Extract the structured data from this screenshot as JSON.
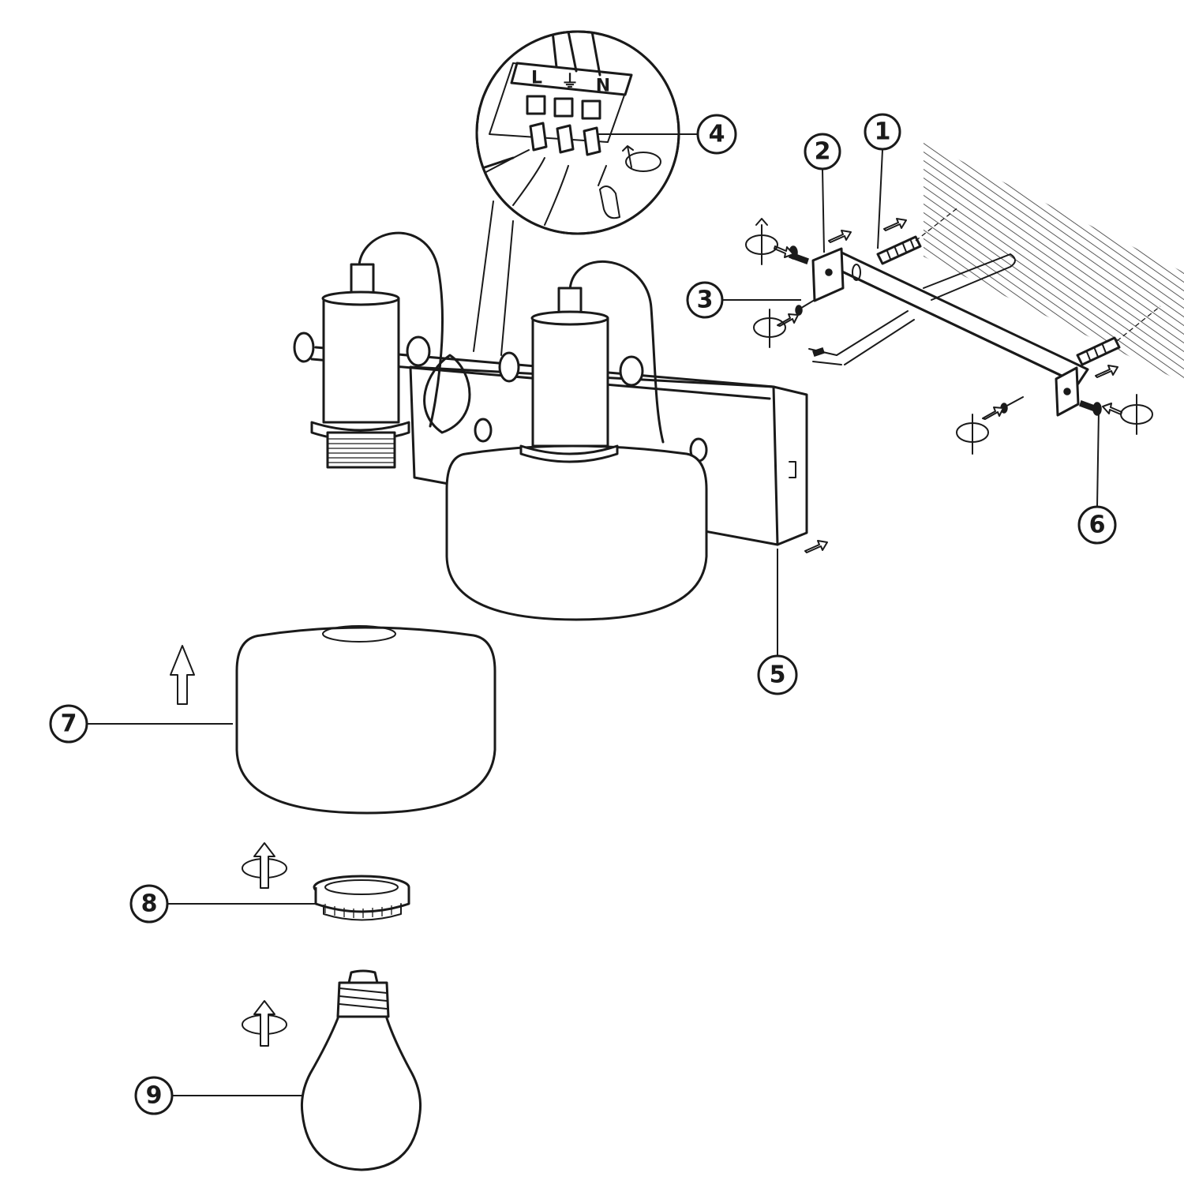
{
  "callouts": [
    {
      "id": "1",
      "label": "1"
    },
    {
      "id": "2",
      "label": "2"
    },
    {
      "id": "3",
      "label": "3"
    },
    {
      "id": "4",
      "label": "4"
    },
    {
      "id": "5",
      "label": "5"
    },
    {
      "id": "6",
      "label": "6"
    },
    {
      "id": "7",
      "label": "7"
    },
    {
      "id": "8",
      "label": "8"
    },
    {
      "id": "9",
      "label": "9"
    }
  ],
  "terminal_block": {
    "markings": [
      "L",
      "⏚",
      "N"
    ]
  },
  "colors": {
    "ink": "#1a1a1a",
    "paper": "#ffffff"
  }
}
